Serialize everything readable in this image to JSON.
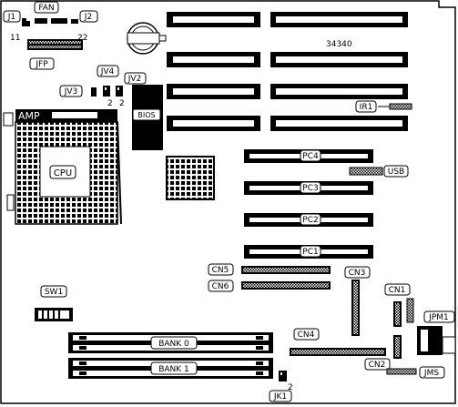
{
  "board_id": "34340",
  "labels": {
    "j1": "J1",
    "fan": "FAN",
    "j2": "J2",
    "pin11": "11",
    "pin22": "22",
    "jfp": "JFP",
    "jv4": "JV4",
    "jv2": "JV2",
    "jv3": "JV3",
    "jv4_pin": "2",
    "jv2_pin": "2",
    "bios": "BIOS",
    "amp": "AMP",
    "cpu": "CPU",
    "ir1": "IR1",
    "pc4": "PC4",
    "pc3": "PC3",
    "pc2": "PC2",
    "pc1": "PC1",
    "usb": "USB",
    "cn5": "CN5",
    "cn6": "CN6",
    "cn3": "CN3",
    "cn1": "CN1",
    "jpm1": "JPM1",
    "sw1": "SW1",
    "cn4": "CN4",
    "cn2": "CN2",
    "jms": "JMS",
    "bank0": "BANK 0",
    "bank1": "BANK 1",
    "jk1": "JK1",
    "jk1_pin": "2"
  }
}
